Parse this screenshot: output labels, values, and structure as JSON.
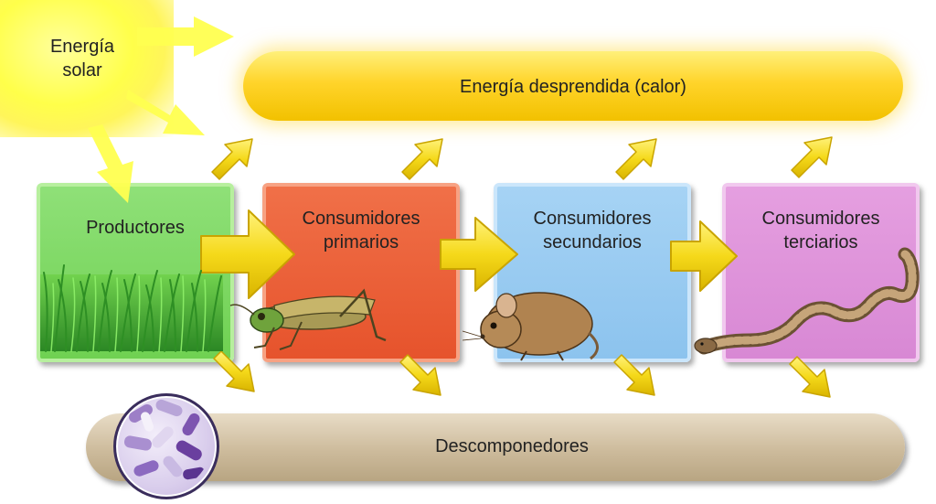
{
  "labels": {
    "solar": "Energía\nsolar",
    "heat": "Energía desprendida (calor)",
    "producers": "Productores",
    "primary": "Consumidores\nprimarios",
    "secondary": "Consumidores\nsecundarios",
    "tertiary": "Consumidores\nterciarios",
    "decomposers": "Descomponedores"
  },
  "colors": {
    "arrow": "#f5d91a",
    "arrow_edge": "#c9a400",
    "producers": "#7ad85e",
    "primary": "#e85c34",
    "secondary": "#97c9f1",
    "tertiary": "#dd90d8",
    "decomposers": "#d4c3a6",
    "heat": "#ffd42a",
    "sun": "#ffff5a"
  }
}
